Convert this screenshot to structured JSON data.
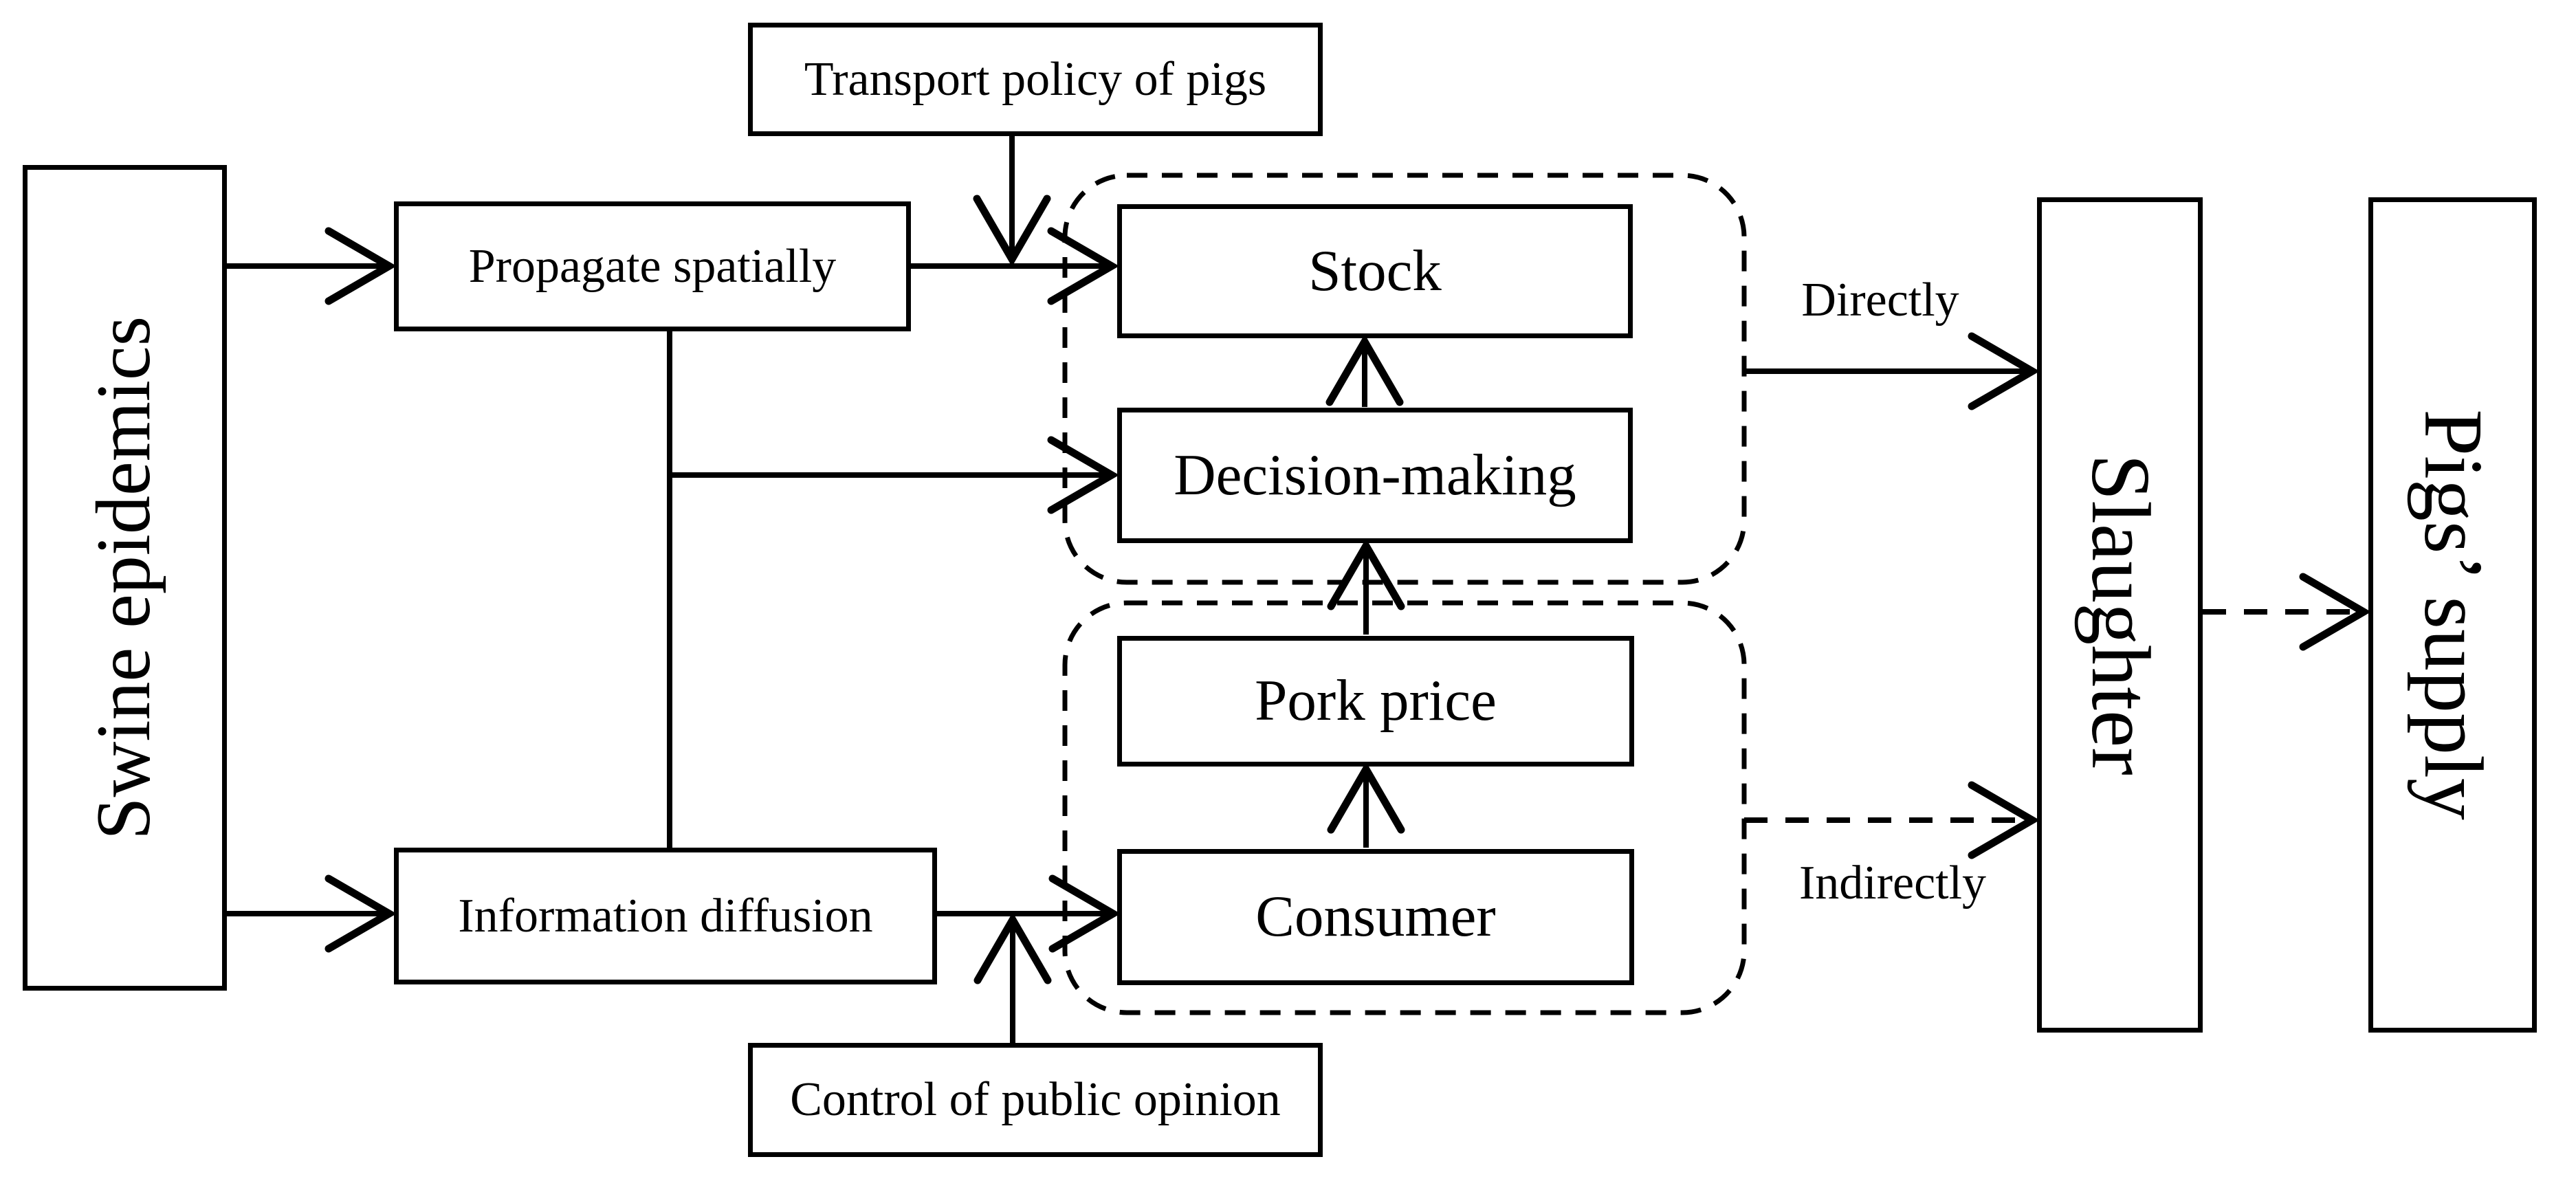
{
  "nodes": {
    "swine_epidemics": {
      "label": "Swine epidemics"
    },
    "transport_policy": {
      "label": "Transport policy of pigs"
    },
    "propagate_spatially": {
      "label": "Propagate spatially"
    },
    "information_diffusion": {
      "label": "Information diffusion"
    },
    "control_public_opinion": {
      "label": "Control of public opinion"
    },
    "stock": {
      "label": "Stock"
    },
    "decision_making": {
      "label": "Decision-making"
    },
    "pork_price": {
      "label": "Pork price"
    },
    "consumer": {
      "label": "Consumer"
    },
    "slaughter": {
      "label": "Slaughter"
    },
    "pigs_supply": {
      "label": "Pigs’ supply"
    }
  },
  "edge_labels": {
    "directly": "Directly",
    "indirectly": "Indirectly"
  },
  "edges": [
    {
      "from": "swine_epidemics",
      "to": "propagate_spatially",
      "style": "solid"
    },
    {
      "from": "swine_epidemics",
      "to": "information_diffusion",
      "style": "solid"
    },
    {
      "from": "transport_policy",
      "to": "stock",
      "style": "solid",
      "note": "joins propagate-to-stock arrow"
    },
    {
      "from": "propagate_spatially",
      "to": "stock",
      "style": "solid"
    },
    {
      "from": "propagate_spatially",
      "to": "decision_making",
      "style": "solid"
    },
    {
      "from": "decision_making",
      "to": "stock",
      "style": "solid"
    },
    {
      "from": "pork_price",
      "to": "decision_making",
      "style": "solid"
    },
    {
      "from": "consumer",
      "to": "pork_price",
      "style": "solid"
    },
    {
      "from": "information_diffusion",
      "to": "consumer",
      "style": "solid"
    },
    {
      "from": "control_public_opinion",
      "to": "consumer",
      "style": "solid",
      "note": "joins information-to-consumer arrow"
    },
    {
      "from": "stock_decision_group",
      "to": "slaughter",
      "style": "solid",
      "label": "Directly"
    },
    {
      "from": "price_consumer_group",
      "to": "slaughter",
      "style": "dashed",
      "label": "Indirectly"
    },
    {
      "from": "slaughter",
      "to": "pigs_supply",
      "style": "dashed"
    }
  ],
  "colors": {
    "line": "#000000",
    "text": "#000000",
    "box_fill": "#ffffff",
    "background": "#ffffff"
  }
}
